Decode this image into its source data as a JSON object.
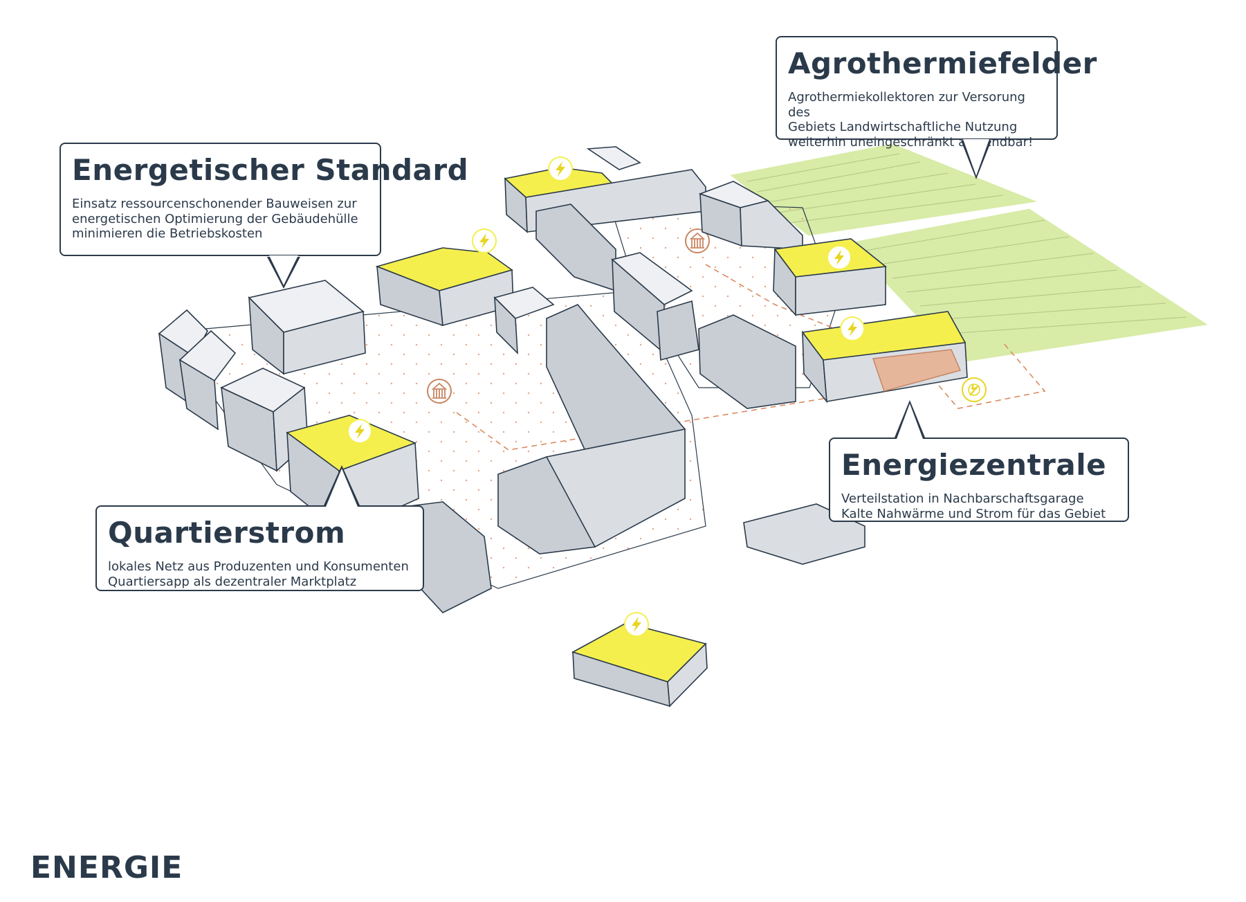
{
  "callouts": {
    "energetischer_standard": {
      "title": "Energetischer Standard",
      "text": "Einsatz ressourcenschonender Bauweisen zur\nenergetischen Optimierung der Gebäudehülle\nminimieren die Betriebskosten"
    },
    "agrothermiefelder": {
      "title": "Agrothermiefelder",
      "text": "Agrothermiekollektoren zur Versorung des\nGebiets Landwirtschaftliche Nutzung\nweiterhin uneingeschränkt  anwendbar!"
    },
    "energiezentrale": {
      "title": "Energiezentrale",
      "text": "Verteilstation in Nachbarschaftsgarage\nKalte Nahwärme und Strom für das Gebiet"
    },
    "quartierstrom": {
      "title": "Quartierstrom",
      "text": "lokales Netz aus Produzenten und Konsumenten\nQuartiersapp als dezentraler Marktplatz"
    }
  },
  "page_label": "ENERGIE",
  "icons": [
    "lightning-bolt-icon",
    "building-columns-icon",
    "plug-icon"
  ],
  "colors": {
    "text": "#2b3a4a",
    "building_top": "#eef0f3",
    "building_left": "#c9ced5",
    "building_right": "#dadee3",
    "solar_roof": "#f4ef4d",
    "field": "#d8eba7",
    "connection_line": "#d98a5f",
    "energy_center": "#e8b294"
  }
}
